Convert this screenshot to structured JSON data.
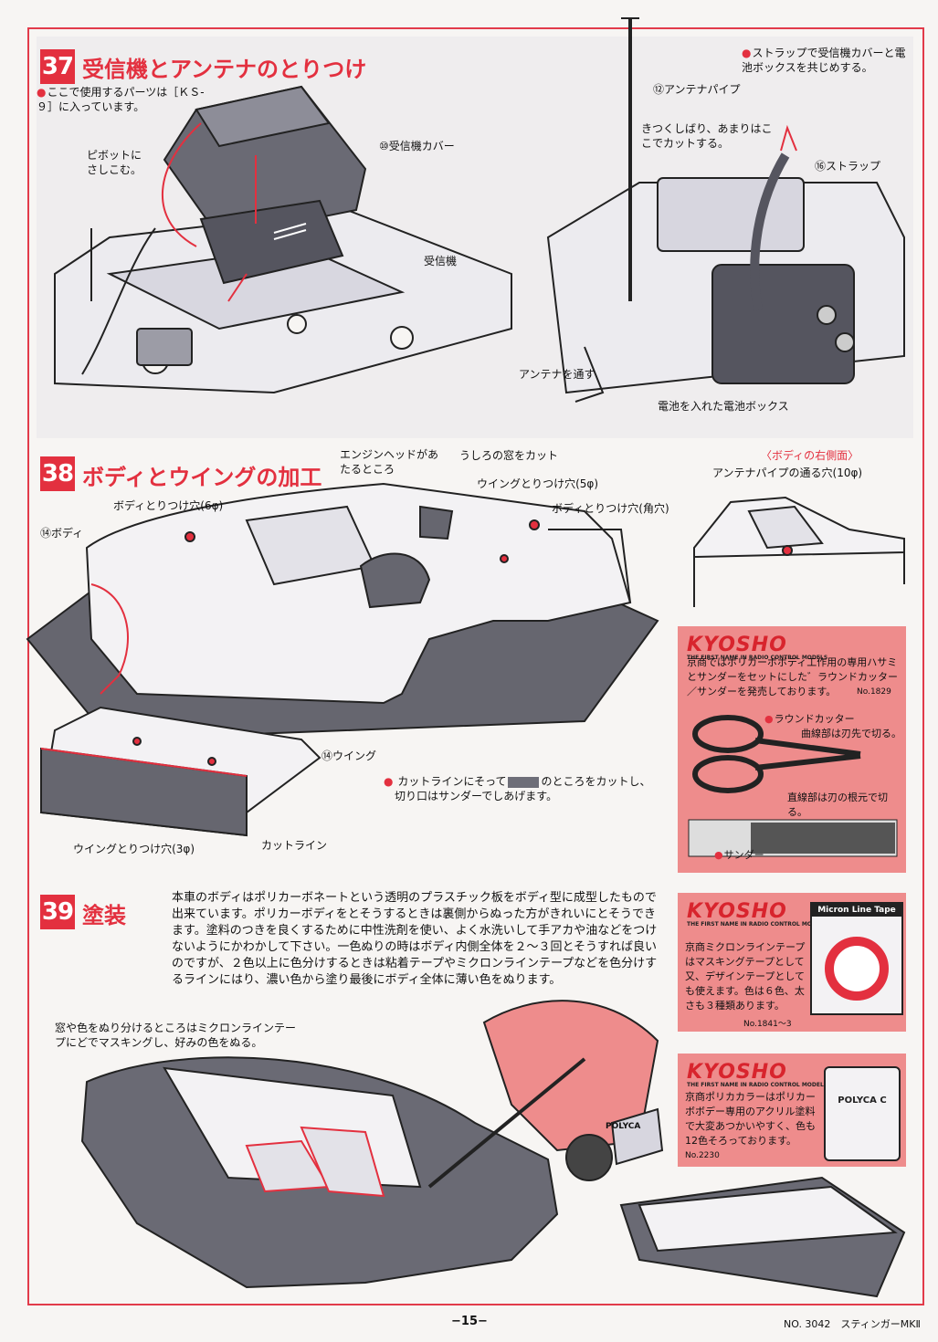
{
  "section37": {
    "number": "37",
    "title": "受信機とアンテナのとりつけ",
    "parts_note": "ここで使用するパーツは［ＫＳ-９］に入っています。",
    "pivot_note": "ピボットにさしこむ。",
    "receiver_cover": "⑩受信機カバー",
    "receiver": "受信機",
    "strap_note": "ストラップで受信機カバーと電池ボックスを共じめする。",
    "antenna_pipe": "⑫アンテナパイプ",
    "cut_note": "きつくしばり、あまりはここでカットする。",
    "strap": "⑯ストラップ",
    "antenna_through": "アンテナを通す",
    "battery_box": "電池を入れた電池ボックス"
  },
  "section38": {
    "number": "38",
    "title": "ボディとウイングの加工",
    "engine_head": "エンジンヘッドがあたるところ",
    "rear_window": "うしろの窓をカット",
    "wing_holes_5": "ウイングとりつけ穴(5φ)",
    "body_holes_square": "ボディとりつけ穴(角穴)",
    "body_holes_6": "ボディとりつけ穴(6φ)",
    "body_label": "⑭ボディ",
    "right_side_title": "〈ボディの右側面〉",
    "antenna_pipe_hole": "アンテナパイプの通る穴(10φ)",
    "wing_label": "⑭ウイング",
    "cut_line_note": "カットラインにそって",
    "cut_line_note2": "のところをカットし、",
    "cut_line_note3": "切り口はサンダーでしあげます。",
    "wing_holes_3": "ウイングとりつけ穴(3φ)",
    "cut_line": "カットライン"
  },
  "ad_round_cutter": {
    "brand": "KYOSHO",
    "tagline": "THE FIRST NAME IN RADIO CONTROL MODELS",
    "text": "京商ではポリカーボボディ工作用の専用ハサミとサンダーをセットにした゛ラウンドカッター／サンダーを発売しております。",
    "code": "No.1829",
    "round_cutter": "ラウンドカッター",
    "curve_note": "曲線部は刃先で切る。",
    "straight_note": "直線部は刃の根元で切る。",
    "sander": "サンダー"
  },
  "section39": {
    "number": "39",
    "title": "塗装",
    "paragraph": "本車のボディはポリカーボネートという透明のプラスチック板をボディ型に成型したもので出来ています。ポリカーボディをとそうするときは裏側からぬった方がきれいにとそうできます。塗料のつきを良くするために中性洗剤を使い、よく水洗いして手アカや油などをつけないようにかわかして下さい。一色ぬりの時はボディ内側全体を２〜３回とそうすれば良いのですが、２色以上に色分けするときは粘着テープやミクロンラインテープなどを色分けするラインにはり、濃い色から塗り最後にボディ全体に薄い色をぬります。",
    "mask_note": "窓や色をぬり分けるところはミクロンラインテープにどでマスキングし、好みの色をぬる。",
    "paint_label": "POLYCA"
  },
  "ad_micron_tape": {
    "brand": "KYOSHO",
    "tagline": "THE FIRST NAME IN RADIO CONTROL MODELS",
    "product": "Micron Line Tape",
    "text": "京商ミクロンラインテープはマスキングテープとして又、デザインテープとしても使えます。色は６色、太さも３種類あります。",
    "code": "No.1841〜3"
  },
  "ad_polyca_color": {
    "brand": "KYOSHO",
    "tagline": "THE FIRST NAME IN RADIO CONTROL MODELS",
    "text": "京商ポリカカラーはポリカーボボデー専用のアクリル塗料で大変あつかいやすく、色も12色そろっております。",
    "code": "No.2230",
    "jar_label": "POLYCA C"
  },
  "footer": {
    "page": "−15−",
    "model": "NO. 3042　スティンガーMKⅡ"
  },
  "colors": {
    "accent": "#e3303f",
    "adbox": "#ee8c8c",
    "shade": "#6e6e78"
  }
}
